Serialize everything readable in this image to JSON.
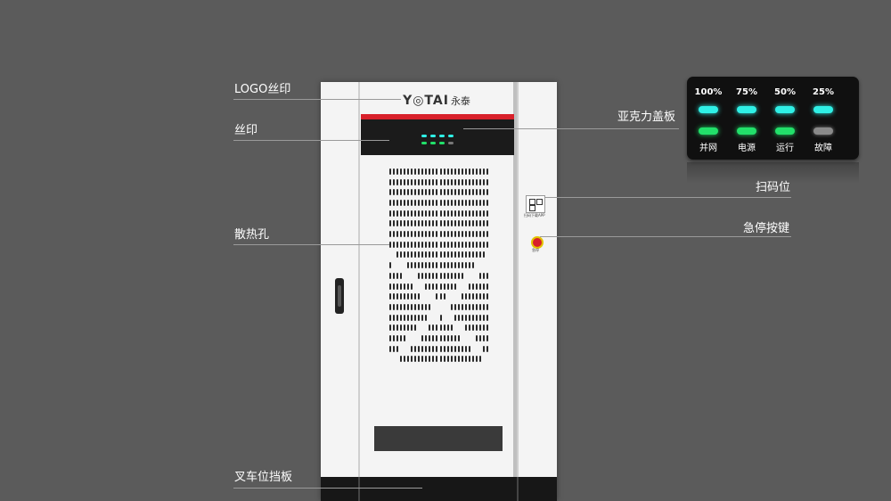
{
  "callouts": {
    "logo_print": "LOGO丝印",
    "silk_print": "丝印",
    "acrylic_cover": "亚克力盖板",
    "heat_vents": "散热孔",
    "scan_code": "扫码位",
    "emergency_stop": "急停按键",
    "forklift_plate": "叉车位挡板"
  },
  "cabinet": {
    "brand_en": "Y◎TAI",
    "brand_cn": "永泰",
    "qr_caption": "扫码下载APP",
    "estop_caption": "急停"
  },
  "indicator_panel": {
    "levels": [
      "100%",
      "75%",
      "50%",
      "25%"
    ],
    "top_led_color": "#2ff0e6",
    "top_led_last_color": "#2ff0e6",
    "status_labels": [
      "并网",
      "电源",
      "运行",
      "故障"
    ],
    "bottom_led_colors": [
      "#22e06a",
      "#22e06a",
      "#22e06a",
      "#8a8a8a"
    ]
  },
  "colors": {
    "background": "#5b5b5b",
    "brand_red": "#d8202a",
    "callout_line": "#9a9a9a"
  }
}
